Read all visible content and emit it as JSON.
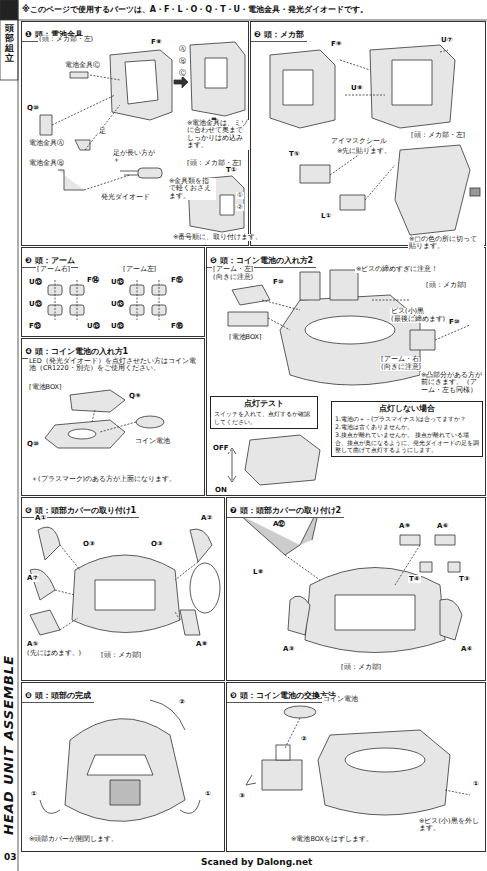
{
  "diagram": {
    "title": "※このページで使用するパーツは、A・F・L・O・Q・T・U・電池金具・発光ダイオードです。",
    "nodes": [
      {
        "text": [
          "❶ 頭：電池金具"
        ]
      },
      {
        "text": [
          "❷ 頭：メカ部"
        ]
      },
      {
        "text": [
          "❸ 頭：アーム"
        ]
      },
      {
        "text": [
          "❹ 頭：コイン電池の入れ方1"
        ]
      },
      {
        "text": [
          "❺ 頭：コイン電池の入れ方2"
        ]
      },
      {
        "text": [
          "点灯テスト",
          "スイッチを入れて、点灯するか確認してください。"
        ],
        "in": 4
      },
      {
        "text": [
          "点灯しない場合",
          "1.電池の＋－(プラスマイナス)は合ってますか？",
          "2.電池は古くありませんか。",
          "3.接点が離れていませんか。 接点が離れている場合、接点が奥になるように、発光ダイオードの足を調整して曲げて点灯するようにします。"
        ],
        "in": 4
      },
      {
        "text": [
          "❻ 頭：頭部カバーの取り付け1"
        ]
      },
      {
        "text": [
          "❼ 頭：頭部カバーの取り付け2"
        ]
      },
      {
        "text": [
          "❽ 頭：頭部の完成"
        ]
      },
      {
        "text": [
          "❾ 頭：コイン電池の交換方法"
        ]
      }
    ],
    "labels": [
      "頭部組立",
      "HEAD UNIT ASSEMBLE",
      "03",
      "Scaned by Dalong.net",
      "(頭：メカ部・左)",
      "F⑧",
      "電池金具Ⓒ",
      "Q⑩",
      "電池金具Ⓐ",
      "足",
      "電池金具Ⓑ",
      "足が長い方が＋",
      "発光ダイオード",
      "Ⓐ",
      "Ⓑ",
      "Ⓒ",
      "※電池金具は、ミゾに合わせて奥までしっかりはめ込みます。",
      "[頭：メカ部・左]",
      "T①",
      "※金具類を指で軽くおさえます。",
      "①",
      "②",
      "※番号順に、取り付けます。",
      "F⑨",
      "U⑦",
      "U⑧",
      "[頭：メカ部・左]",
      "T⑤",
      "アイマスクシール",
      "※先に貼ります。",
      "L①",
      "※□の色の所に切って貼ります。",
      "[アーム右]",
      "[アーム左]",
      "U⑬",
      "F⑭",
      "U⑬",
      "F⑬",
      "U⑬",
      "U⑬",
      "F⑮",
      "U⑬",
      "U⑬",
      "F⑯",
      "LED（発光ダイオード）を点灯させたい方はコイン電池（CR1220・別売）をご使用ください。",
      "[電池BOX]",
      "Q⑨",
      "Q⑩",
      "コイン電池",
      "＋(プラスマーク)のある方が上面になります。",
      "※ビスの締めすぎに注意！",
      "[アーム・左]",
      "(向きに注意)",
      "F⑩",
      "[頭：メカ部]",
      "ビス(小)黒",
      "(最後に締めます)",
      "F⑩",
      "[電池BOX]",
      "[アーム・右]",
      "(向きに注意)",
      "※凸部分がある方が前にきます。（アーム・左も同様）",
      "OFF",
      "ON",
      "A①",
      "O③",
      "O③",
      "A②",
      "A⑦",
      "A⑤",
      "(先にはめます。)",
      "[頭：メカ部]",
      "A⑧",
      "A⑫",
      "L⑧",
      "A⑨",
      "A⑥",
      "T④",
      "T③",
      "A③",
      "A④",
      "[頭：メカ部]",
      "②",
      "①",
      "①",
      "※頭部カバーが開閉します。",
      "コイン電池",
      "③",
      "②",
      "①",
      "※ビス(小)黒を外します。",
      "※電池BOXをはずします。"
    ]
  }
}
